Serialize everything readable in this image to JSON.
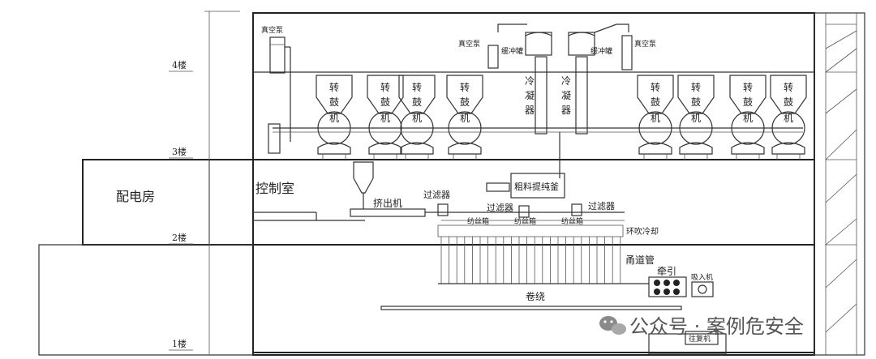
{
  "floors": {
    "f4": "4楼",
    "f3": "3楼",
    "f2": "2楼",
    "f1": "1楼"
  },
  "rooms": {
    "power_room": "配电房",
    "control_room": "控制室"
  },
  "equipment": {
    "vacuum_pump": "真空泵",
    "buffer_tank": "缓冲罐",
    "drum_chars": [
      "转",
      "鼓",
      "机"
    ],
    "condenser_chars": [
      "冷",
      "凝",
      "器"
    ],
    "extruder": "挤出机",
    "filter": "过滤器",
    "purifier": "粗料提纯釜",
    "spinneret": "纺丝箱",
    "ring_cooling": "环吹冷却",
    "channel_tube": "甬道管",
    "traction": "牵引",
    "winding": "卷绕",
    "suction": "吸入机",
    "rewinder": "往复机"
  },
  "watermark": "公众号 · 案例危安全"
}
